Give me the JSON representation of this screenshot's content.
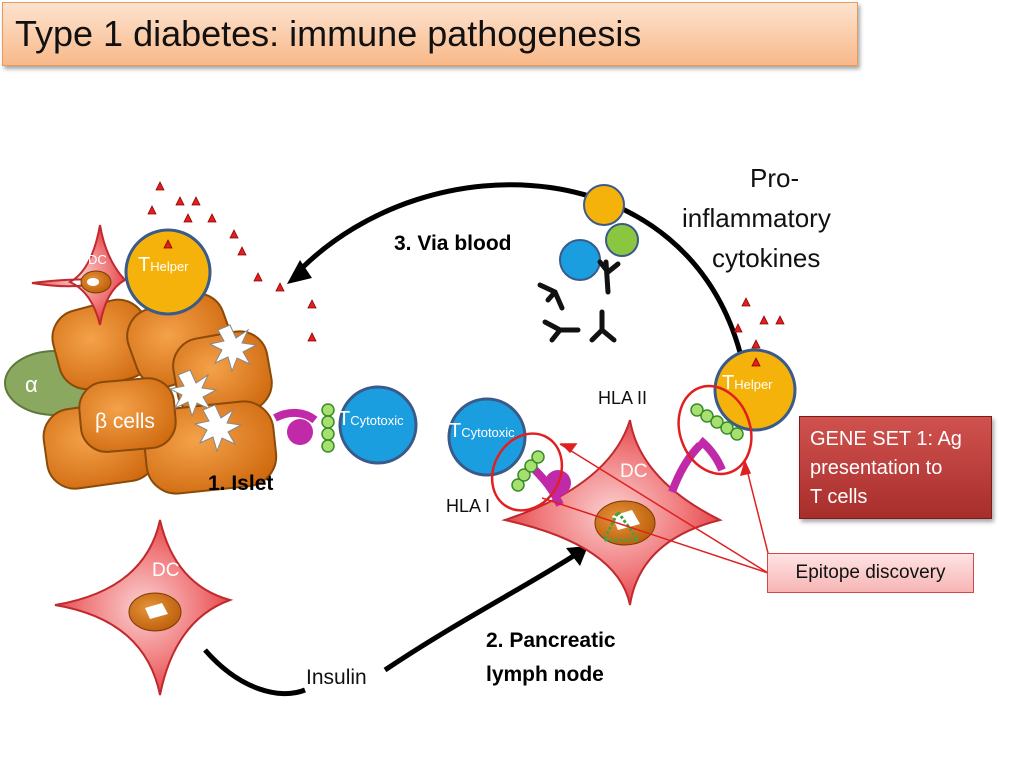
{
  "title": "Type 1 diabetes: immune pathogenesis",
  "labels": {
    "step1": "1. Islet",
    "step2_line1": "2. Pancreatic",
    "step2_line2": "lymph node",
    "step3": "3. Via blood",
    "cytokines_line1": "Pro-",
    "cytokines_line2": "inflammatory",
    "cytokines_line3": "cytokines",
    "hla2": "HLA II",
    "hla1": "HLA I",
    "insulin": "Insulin",
    "alpha": "α",
    "beta_cells": "β cells",
    "dc": "DC",
    "t_main": "T",
    "helper_sub": "Helper",
    "cytotoxic_sub": "Cytotoxic"
  },
  "callouts": {
    "gene_set": "GENE SET 1: Ag\npresentation to\nT cells",
    "epitope": "Epitope discovery"
  },
  "colors": {
    "dc_red": "#e8464a",
    "islet_orange": "#e0791a",
    "helper_yellow": "#f5b20a",
    "cytotoxic_blue": "#1a9ee0",
    "green_cell": "#8ac640",
    "alpha_green": "#8aa860",
    "receptor_magenta": "#c02aa8",
    "peptide_green": "#a6e06e",
    "callout_red": "#e02020"
  }
}
